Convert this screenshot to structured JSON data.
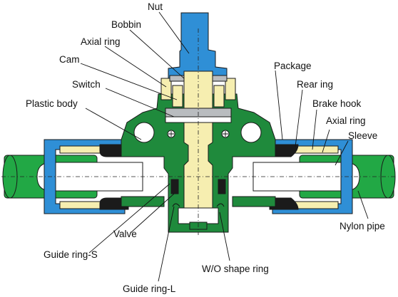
{
  "labels": {
    "nut": "Nut",
    "bobbin": "Bobbin",
    "axial_ring_top": "Axial ring",
    "cam": "Cam",
    "switch": "Switch",
    "plastic_body": "Plastic body",
    "package": "Package",
    "rear_ing": "Rear ing",
    "brake_hook": "Brake hook",
    "axial_ring_right": "Axial ring",
    "sleeve": "Sleeve",
    "nylon_pipe": "Nylon pipe",
    "valve": "Valve",
    "guide_ring_s": "Guide ring-S",
    "wo_shape_ring": "W/O shape ring",
    "guide_ring_l": "Guide ring-L"
  },
  "colors": {
    "body_green": "#1f8a3c",
    "pipe_green": "#22a845",
    "nut_blue": "#2f8fd6",
    "bobbin_yellow": "#f6eeb0",
    "seal_black": "#1b1b1b",
    "cavity_white": "#ffffff",
    "gray_part": "#b9bcbf"
  }
}
